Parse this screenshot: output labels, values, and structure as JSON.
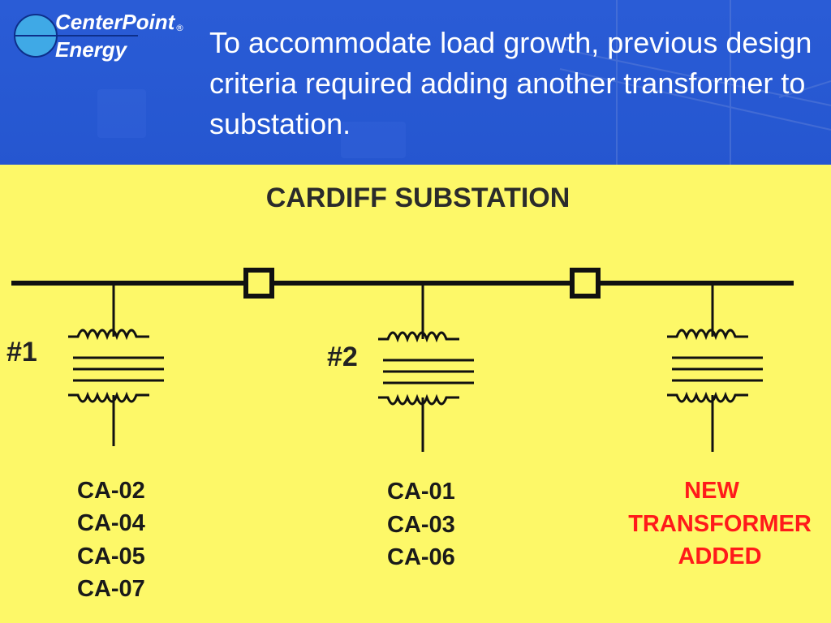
{
  "brand": {
    "line1": "CenterPoint",
    "line2": "Energy",
    "registered": "®"
  },
  "headline": "To accommodate load growth, previous design criteria required adding another transformer to substation.",
  "diagram": {
    "title": "CARDIFF SUBSTATION",
    "transformers": [
      {
        "label": "#1",
        "feeders": [
          "CA-02",
          "CA-04",
          "CA-05",
          "CA-07"
        ]
      },
      {
        "label": "#2",
        "feeders": [
          "CA-01",
          "CA-03",
          "CA-06"
        ]
      },
      {
        "label": "",
        "note": [
          "NEW",
          "TRANSFORMER",
          "ADDED"
        ]
      }
    ],
    "breakers": 2
  },
  "colors": {
    "slide_background": "#2a5cd6",
    "panel_background": "#fdf868",
    "headline_text": "#ffffff",
    "line": "#111111",
    "new_transformer_text": "#ff1a1a",
    "logo_disc": "#3fa9e6"
  },
  "icons": {
    "logo": "centerpoint-energy-logo",
    "breaker": "circuit-breaker-square",
    "transformer": "transformer-coil-symbol"
  }
}
